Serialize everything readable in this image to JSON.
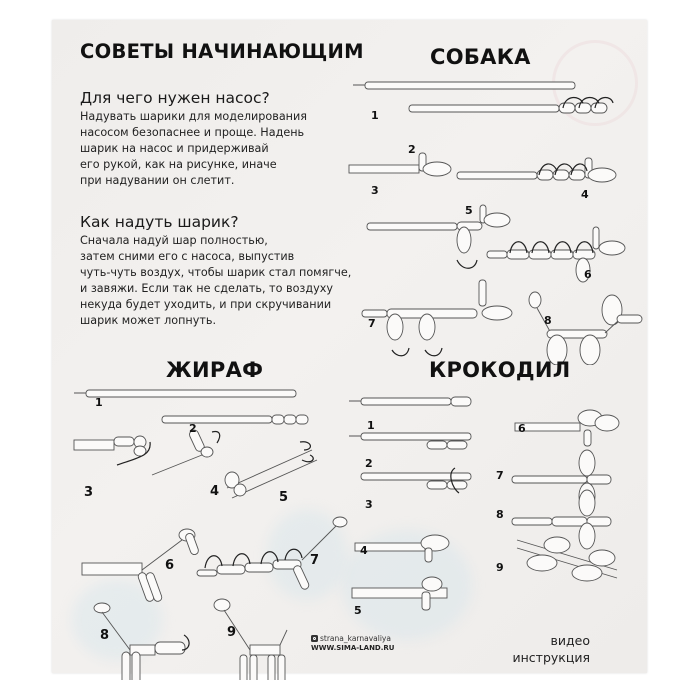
{
  "tips": {
    "title": "СОВЕТЫ НАЧИНАЮЩИМ",
    "q1": "Для чего нужен насос?",
    "a1": "Надувать шарики для моделирования\nнасосом безопаснее и проще. Надень\nшарик на насос и придерживай\nего рукой, как на рисунке, иначе\nпри надувании он слетит.",
    "q2": "Как надуть шарик?",
    "a2": "Сначала надуй шар полностью,\nзатем сними его с насоса, выпустив\nчуть-чуть воздух, чтобы шарик стал помягче,\n и завяжи. Если так не сделать, то воздуху\nнекуда будет уходить, и при скручивании\nшарик может лопнуть."
  },
  "sections": {
    "dog": {
      "title": "СОБАКА",
      "steps": [
        "1",
        "2",
        "3",
        "4",
        "5",
        "6",
        "7",
        "8"
      ]
    },
    "giraffe": {
      "title": "ЖИРАФ",
      "steps": [
        "1",
        "2",
        "3",
        "4",
        "5",
        "6",
        "7",
        "8",
        "9"
      ]
    },
    "crocodile": {
      "title": "КРОКОДИЛ",
      "steps": [
        "1",
        "2",
        "3",
        "4",
        "5",
        "6",
        "7",
        "8",
        "9"
      ]
    }
  },
  "footer": {
    "instagram_icon": "instagram-icon",
    "instagram": "strana_karnavaliya",
    "website": "WWW.SIMA-LAND.RU",
    "video_line1": "видео",
    "video_line2": "инструкция"
  },
  "colors": {
    "card_bg": "#f0eeec",
    "text": "#111111",
    "line": "#555555"
  }
}
